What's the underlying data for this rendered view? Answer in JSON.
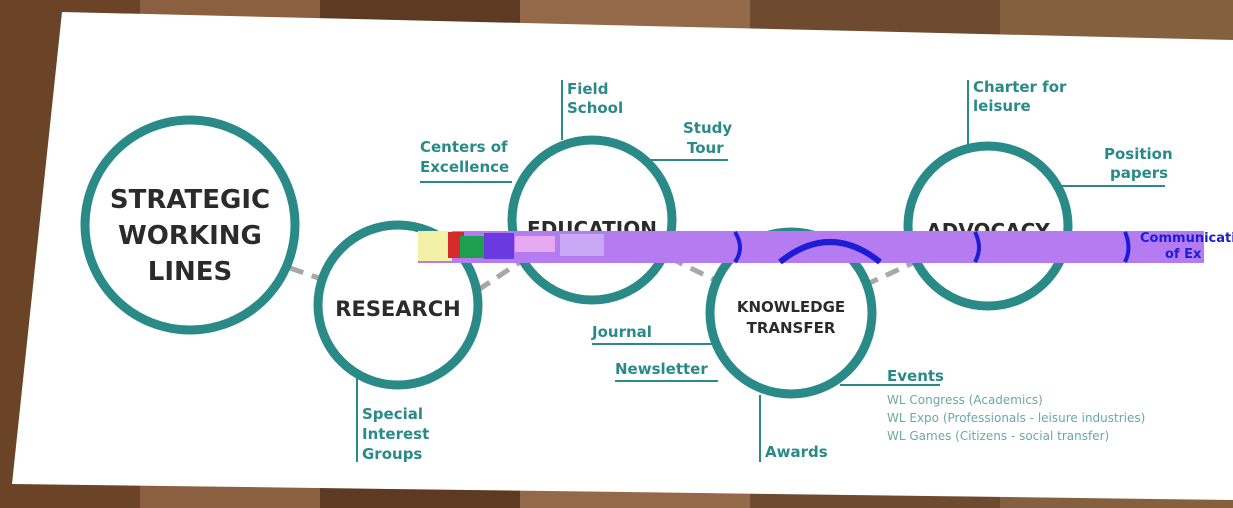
{
  "nodes": {
    "strategic": [
      "STRATEGIC",
      "WORKING",
      "LINES"
    ],
    "research": "RESEARCH",
    "education": "EDUCATION",
    "knowledge": [
      "KNOWLEDGE",
      "TRANSFER"
    ],
    "advocacy": "ADVOCACY"
  },
  "branches": {
    "field_school": [
      "Field",
      "School"
    ],
    "study_tour": [
      "Study",
      "Tour"
    ],
    "centers": [
      "Centers of",
      "Excellence"
    ],
    "charter": [
      "Charter for",
      "leisure"
    ],
    "position": [
      "Position",
      "papers"
    ],
    "communication": "Communication",
    "of_ex": "of Ex",
    "journal": "Journal",
    "newsletter": "Newsletter",
    "events": "Events",
    "awards": "Awards",
    "sig": [
      "Special",
      "Interest",
      "Groups"
    ]
  },
  "events_list": [
    "WL Congress (Academics)",
    "WL Expo (Professionals - leisure industries)",
    "WL Games (Citizens - social transfer)"
  ],
  "colors": {
    "teal": "#2a8a88",
    "glitch_purple": "#b57cf2",
    "glitch_blue": "#1d1dd6"
  }
}
